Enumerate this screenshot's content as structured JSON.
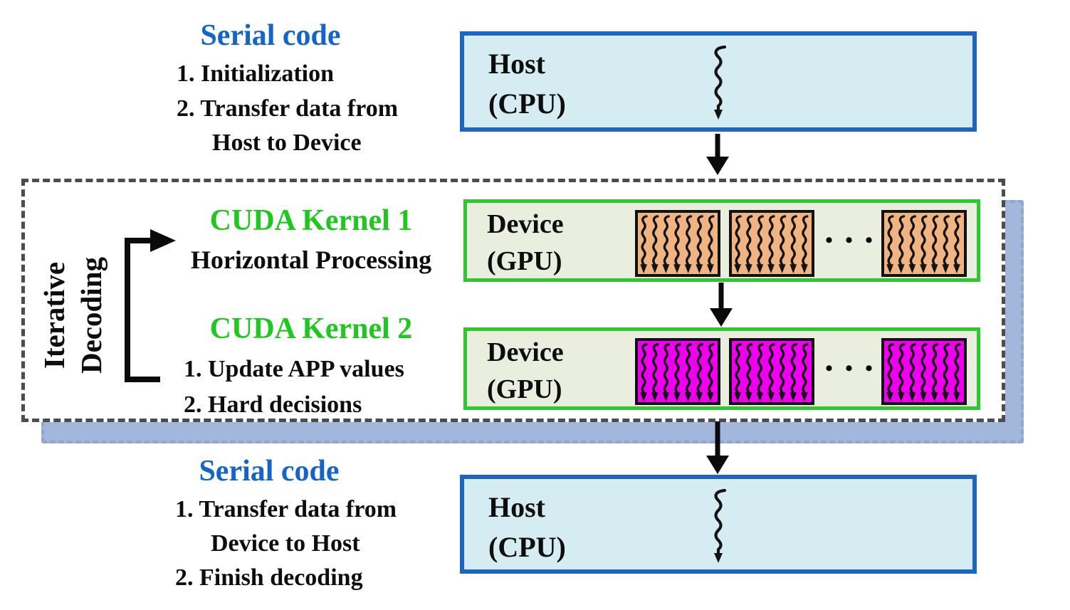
{
  "colors": {
    "serial_title_blue": "#1565c8",
    "kernel_title_green": "#1fc81f",
    "host_fill": "#d6ecf3",
    "host_border": "#1c66c2",
    "device_fill": "#eaeedf",
    "device_border": "#2cc82c",
    "thread_block_orange": "#f0b482",
    "thread_block_magenta": "#ee00ee",
    "shadow_blue": "#a3b7dc",
    "dashed_border_gray": "#4c4c4c",
    "text_black": "#111111"
  },
  "serial_top": {
    "title": "Serial code",
    "item1": "1. Initialization",
    "item2": "2. Transfer data from",
    "item2_cont": "Host to Device"
  },
  "host_top": {
    "name": "Host",
    "sub": "(CPU)"
  },
  "iterative_loop": {
    "label_line1": "Iterative",
    "label_line2": "Decoding"
  },
  "kernel1": {
    "title": "CUDA Kernel 1",
    "subtitle": "Horizontal Processing"
  },
  "device1": {
    "name": "Device",
    "sub": "(GPU)",
    "ellipsis": "• • •"
  },
  "kernel2": {
    "title": "CUDA Kernel 2",
    "item1": "1. Update APP values",
    "item2": "2. Hard decisions"
  },
  "device2": {
    "name": "Device",
    "sub": "(GPU)",
    "ellipsis": "• • •"
  },
  "serial_bottom": {
    "title": "Serial code",
    "item1": "1. Transfer data from",
    "item1_cont": "Device to Host",
    "item2": "2. Finish decoding"
  },
  "host_bottom": {
    "name": "Host",
    "sub": "(CPU)"
  },
  "icons": {
    "host_squiggle": "serial-thread-squiggle-icon",
    "thread_blocks": "parallel-threads-icon",
    "down_arrows": "down-arrow-icon",
    "loop_arrow": "iteration-loop-arrow-icon"
  }
}
